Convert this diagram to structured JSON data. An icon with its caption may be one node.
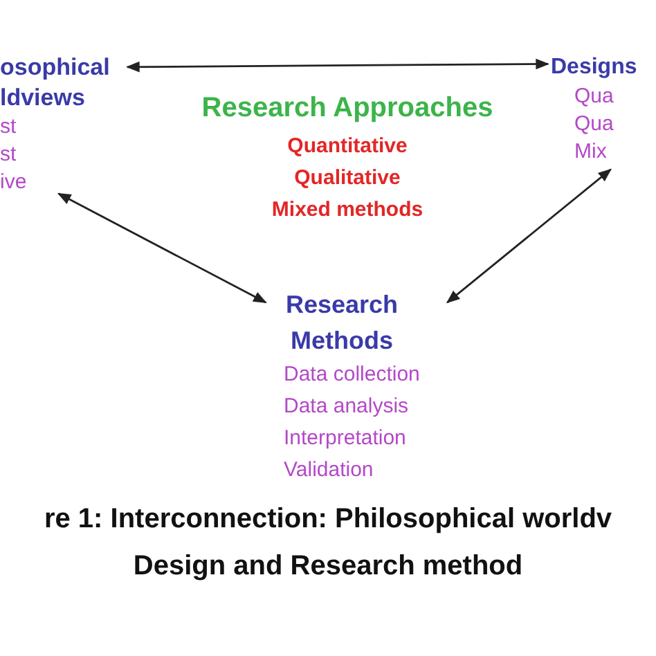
{
  "diagram": {
    "caption": "re 1: Interconnection: Philosophical worldv Design and Research method",
    "nodes": [
      {
        "text": [
          "osophical ldviews",
          "st",
          "st",
          "ive"
        ]
      },
      {
        "text": [
          "Research Approaches",
          "Quantitative",
          "Qualitative",
          "Mixed methods"
        ]
      },
      {
        "text": [
          "Designs",
          "Qua",
          "Qua",
          "Mix"
        ]
      },
      {
        "text": [
          "Research Methods",
          "Data collection",
          "Data analysis",
          "Interpretation",
          "Validation"
        ]
      }
    ],
    "edges": [
      {
        "from": 0,
        "to": 2,
        "arrow": "both"
      },
      {
        "from": 3,
        "to": 0,
        "arrow": "both"
      },
      {
        "from": 3,
        "to": 2,
        "arrow": "both"
      }
    ]
  }
}
